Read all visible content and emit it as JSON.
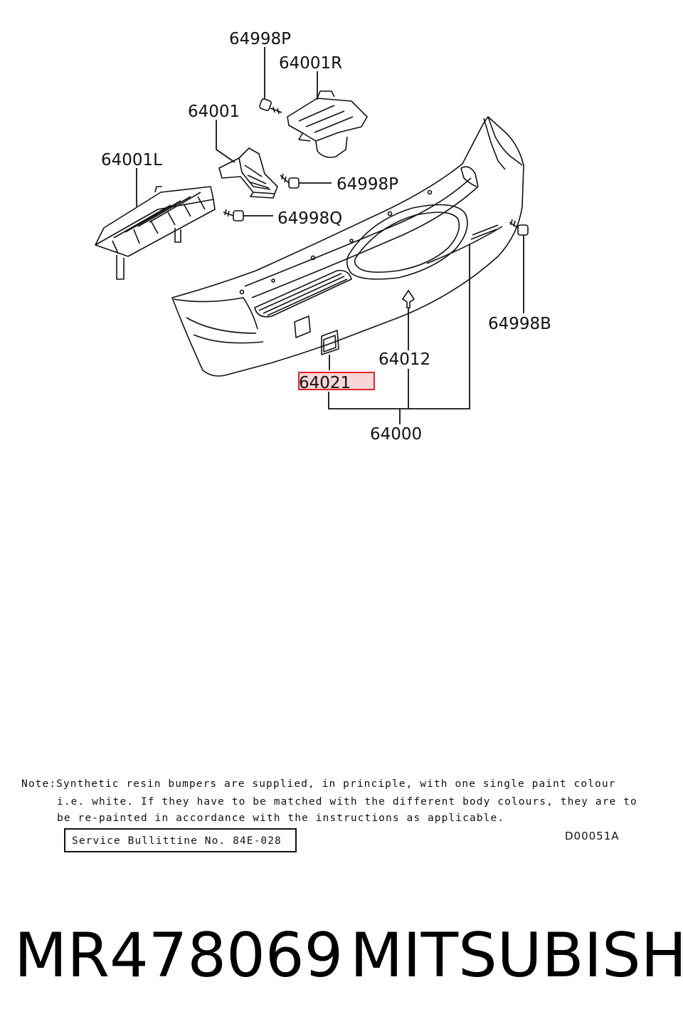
{
  "colors": {
    "line": "#111111",
    "highlight": "#e0272f",
    "highlight_fill": "#f7d5d8"
  },
  "callouts": {
    "p64998P_top": "64998P",
    "p64001R": "64001R",
    "p64001": "64001",
    "p64001L": "64001L",
    "p64998P_mid": "64998P",
    "p64998Q": "64998Q",
    "p64998B": "64998B",
    "p64012": "64012",
    "p64021": "64021",
    "p64000": "64000"
  },
  "highlighted_part": "64021",
  "note": {
    "line1": "Note:Synthetic resin bumpers are supplied, in principle, with one single paint colour",
    "line2": "i.e. white. If they have to be matched with the different body colours, they are to",
    "line3": "be re-painted in accordance with the instructions as applicable."
  },
  "service_bulletin": "Service Bullittine No. 84E-028",
  "diagram_id": "D00051A",
  "part_number": "MR478069",
  "brand": "MITSUBISHI"
}
